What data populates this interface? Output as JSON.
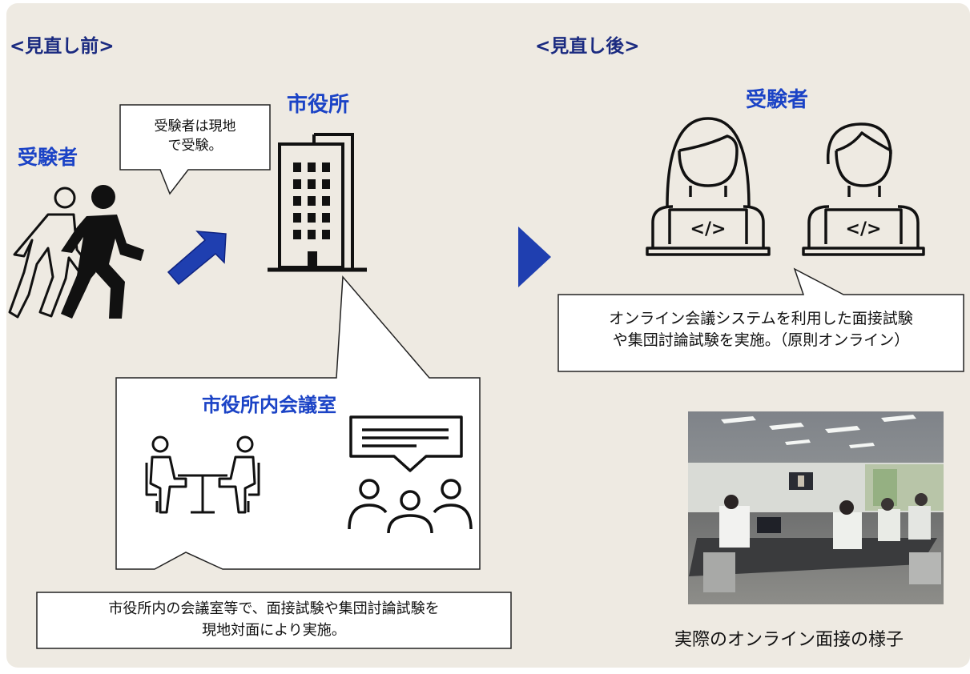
{
  "before": {
    "heading": "<見直し前>",
    "applicant_label": "受験者",
    "city_hall_label": "市役所",
    "callout_onsite": [
      "受験者は現地",
      "で受験。"
    ],
    "room_label": "市役所内会議室",
    "note": [
      "市役所内の会議室等で、面接試験や集団討論試験を",
      "現地対面により実施。"
    ]
  },
  "after": {
    "heading": "<見直し後>",
    "applicant_label": "受験者",
    "laptop_code": "</>",
    "callout_online": [
      "オンライン会議システムを利用した面接試験",
      "や集団討論試験を実施。（原則オンライン）"
    ],
    "photo_caption": "実際のオンライン面接の様子"
  },
  "colors": {
    "background": "#eeeae2",
    "heading": "#1a2a80",
    "label_blue": "#1b43c6",
    "arrow_blue": "#1f3fb0",
    "icon": "#111111"
  },
  "icons": [
    "walking-people-icon",
    "diagonal-arrow-icon",
    "office-building-icon",
    "interview-table-icon",
    "group-discussion-icon",
    "right-triangle-arrow-icon",
    "person-laptop-icon",
    "conference-room-photo"
  ]
}
